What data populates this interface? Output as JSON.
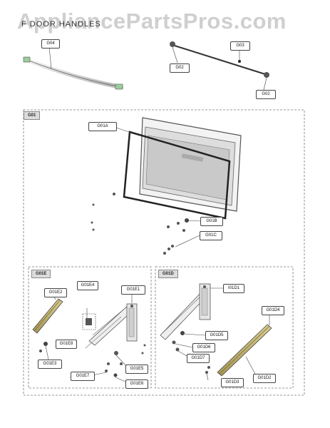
{
  "watermark": "AppliancePartsPros.com",
  "section_title": "F DOOR HANDLES",
  "groups": {
    "g01": "G01",
    "g01e": "G01E",
    "g01d": "G01D"
  },
  "labels": {
    "g04": "G04",
    "g03": "G03",
    "g02a": "G02",
    "g02b": "G02",
    "g01a": "G01A",
    "g01b": "G01B",
    "g01c": "G01C",
    "g01e1": "G01E1",
    "g01e2": "G01E2",
    "g01e3": "G01E3",
    "g01e4": "G01E4",
    "g01e5": "G01E5",
    "g01e6": "G01E6",
    "g01e7": "G01E7",
    "g01e8": "G01E8",
    "g01d1": "I01D1",
    "g01d2": "G01D2",
    "g01d3": "G01D3",
    "g01d4": "G01D4",
    "g01d5": "G01D5",
    "g01d6": "G01D6",
    "g01d7": "G01D7"
  },
  "colors": {
    "rail": "#c8b878",
    "handle": "#e0e0e0",
    "frame": "#555555",
    "line": "#444444"
  }
}
